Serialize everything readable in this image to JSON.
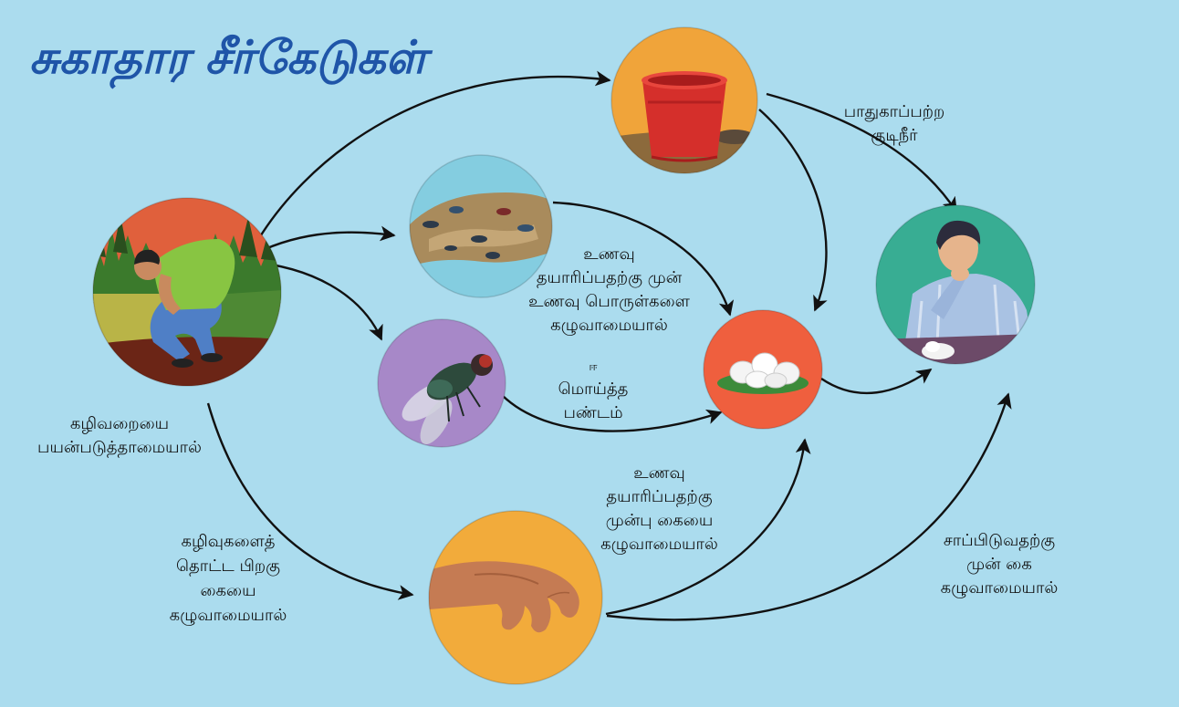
{
  "title": "சுகாதார சீர்கேடுகள்",
  "labels": {
    "no_toilet": [
      "கழிவறையை",
      "பயன்படுத்தாமையால்"
    ],
    "unsafe_water": [
      "பாதுகாப்பற்ற",
      "குடிநீர்"
    ],
    "unwashed_food": [
      "உணவு",
      "தயாரிப்பதற்கு முன்",
      "உணவு பொருள்களை",
      "கழுவாமையால்"
    ],
    "fly_food": [
      "ஈ",
      "மொய்த்த",
      "பண்டம்"
    ],
    "unwashed_hands_cooking": [
      "உணவு",
      "தயாரிப்பதற்கு",
      "முன்பு கையை",
      "கழுவாமையால்"
    ],
    "unwashed_hands_after": [
      "கழிவுகளைத்",
      "தொட்ட பிறகு",
      "கையை",
      "கழுவாமையால்"
    ],
    "unwashed_hands_eating": [
      "சாப்பிடுவதற்கு",
      "முன் கை",
      "கழுவாமையால்"
    ]
  },
  "colors": {
    "background": "#abdcee",
    "title": "#1f55a8",
    "arrow": "#111111"
  }
}
